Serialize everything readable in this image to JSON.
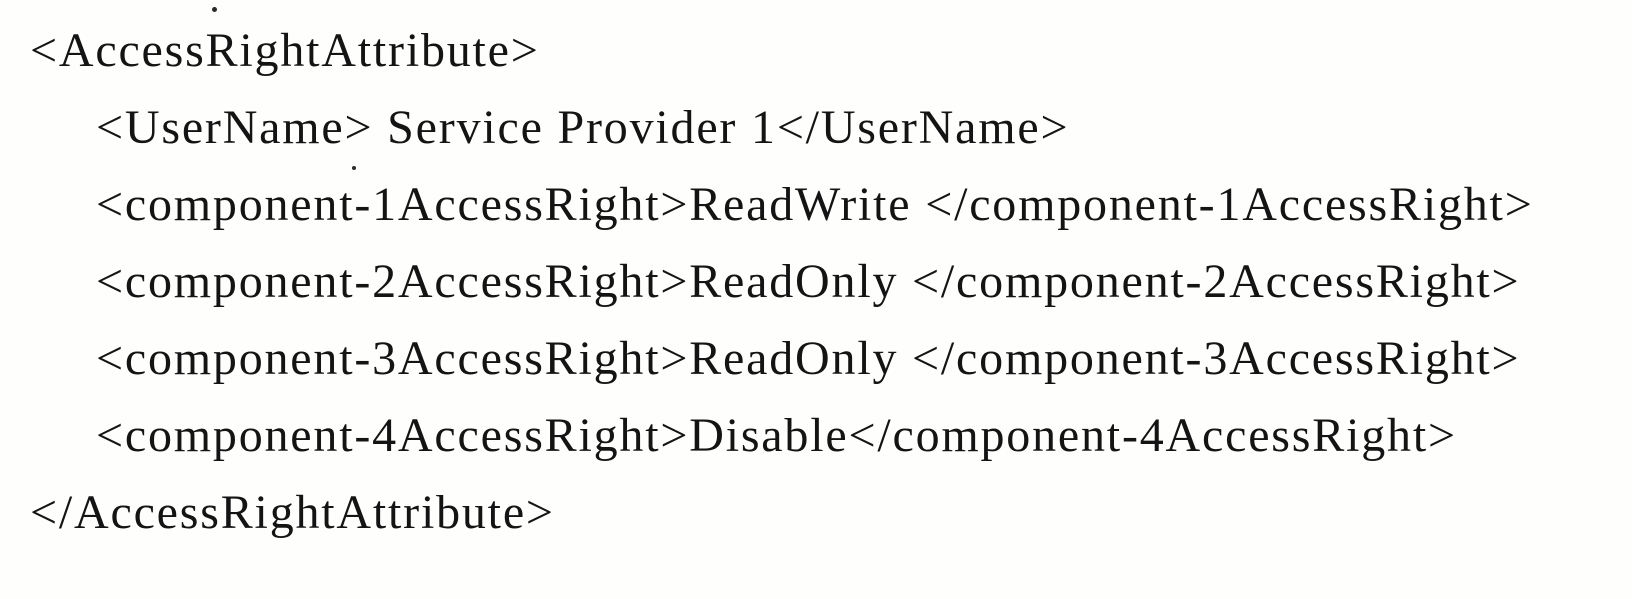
{
  "document": {
    "kind": "scanned-xml-snippet",
    "background_color": "#fefefd",
    "text_color": "#141414",
    "xml_lines": [
      {
        "text": "<AccessRightAttribute>",
        "indent": false
      },
      {
        "text": "<UserName> Service Provider 1</UserName>",
        "indent": true
      },
      {
        "text": "<component-1AccessRight>ReadWrite </component-1AccessRight>",
        "indent": true
      },
      {
        "text": "<component-2AccessRight>ReadOnly </component-2AccessRight>",
        "indent": true
      },
      {
        "text": "<component-3AccessRight>ReadOnly </component-3AccessRight>",
        "indent": true
      },
      {
        "text": "<component-4AccessRight>Disable</component-4AccessRight>",
        "indent": true
      },
      {
        "text": "</AccessRightAttribute>",
        "indent": false
      }
    ]
  }
}
